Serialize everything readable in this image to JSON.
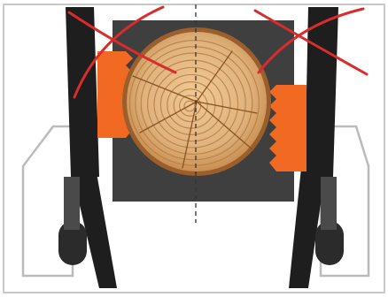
{
  "diagram": {
    "subject": "log-clamp",
    "colors": {
      "background": "#ffffff",
      "frame_outline": "#c8c8c8",
      "backplate": "#3f3f3f",
      "arm": "#1e1e1e",
      "jaw": "#f26a22",
      "cross_mark": "#d92c2c",
      "log_face": "#e0b27c",
      "log_ring": "#b77f45",
      "log_bark": "#9a5f2c",
      "center_line": "#333333",
      "cylinder": "#4a4a4a"
    },
    "parts": {
      "log": "cross-section",
      "jaws": [
        "left-jaw",
        "right-jaw"
      ],
      "arms": [
        "left-arm",
        "right-arm"
      ],
      "crossed_out": [
        "left-cross",
        "right-cross"
      ],
      "center_line": "dashed"
    }
  }
}
